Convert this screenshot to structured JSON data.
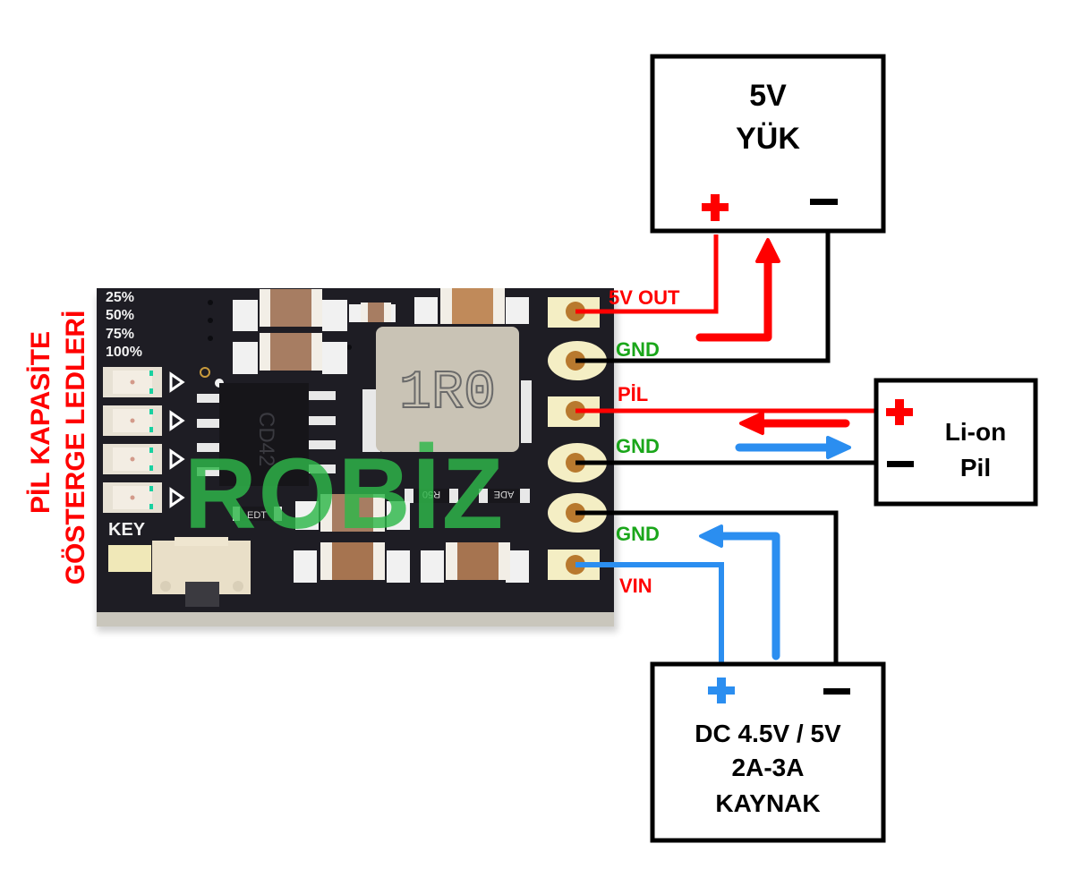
{
  "colors": {
    "red": "#ff0000",
    "green": "#1aa61a",
    "blue": "#2b8ef0",
    "black": "#000000",
    "pcb": "#1e1d24",
    "pad": "#f4eec4",
    "copper": "#b8792e",
    "watermark": "#2fb84a"
  },
  "side_label": {
    "line1": "PİL KAPASİTE",
    "line2": "GÖSTERGE LEDLERİ"
  },
  "board": {
    "watermark": "ROBİZ",
    "chip_marking": "CD42",
    "inductor_marking": "1R0",
    "resistor_1": "R50",
    "resistor_2": "ADE",
    "resistor_3": "EDT",
    "key_label": "KEY",
    "led_levels": [
      "25%",
      "50%",
      "75%",
      "100%"
    ]
  },
  "pins": [
    {
      "label": "5V OUT",
      "label_color": "red"
    },
    {
      "label": "GND",
      "label_color": "green"
    },
    {
      "label": "PİL",
      "label_color": "red"
    },
    {
      "label": "GND",
      "label_color": "green"
    },
    {
      "label": "GND",
      "label_color": "green"
    },
    {
      "label": "VIN",
      "label_color": "red"
    }
  ],
  "load_box": {
    "line1": "5V",
    "line2": "YÜK",
    "plus": "+",
    "minus": "−"
  },
  "battery_box": {
    "line1": "Li-on",
    "line2": "Pil",
    "plus": "+",
    "minus": "−"
  },
  "source_box": {
    "line1": "DC 4.5V / 5V",
    "line2": "2A-3A",
    "line3": "KAYNAK",
    "plus": "+",
    "minus": "−"
  }
}
